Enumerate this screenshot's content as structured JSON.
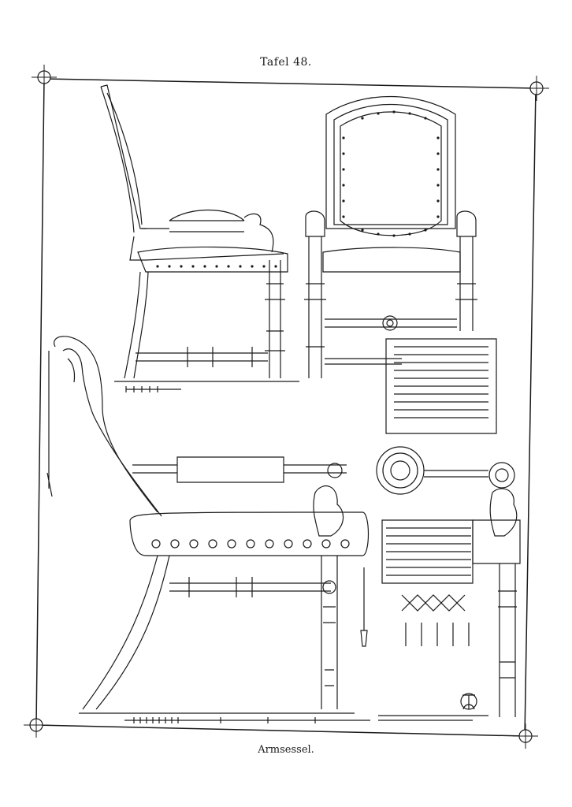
{
  "plate": {
    "title": "Tafel 48.",
    "caption": "Armsessel."
  },
  "artwork": {
    "monogram_icon": "monogram-ornament",
    "ink_color": "#1a1a1a",
    "paper_color": "#ffffff"
  }
}
